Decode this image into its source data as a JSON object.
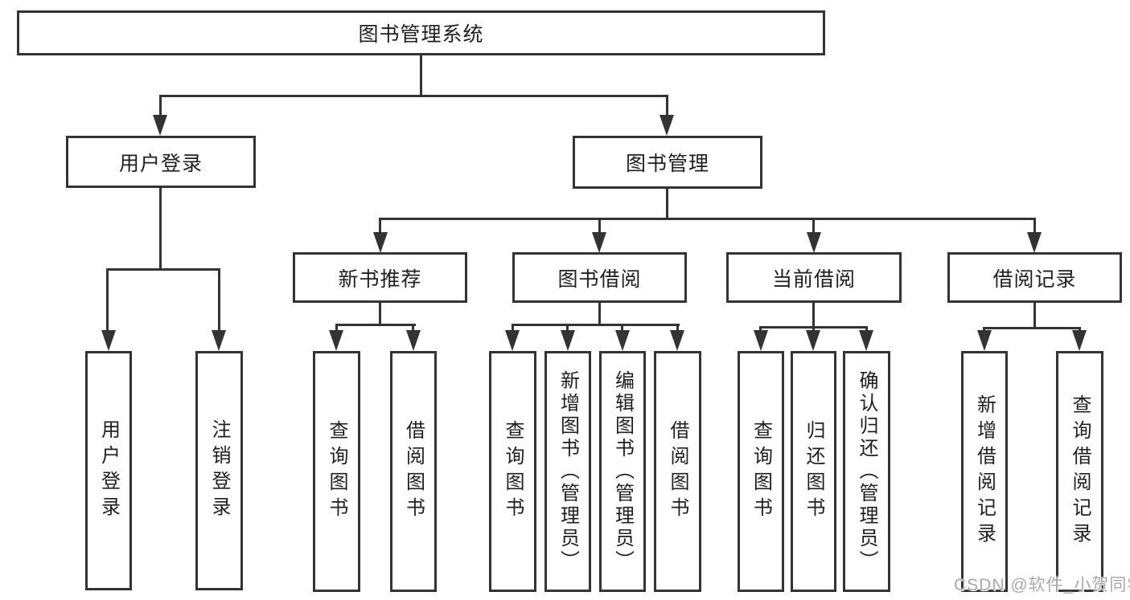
{
  "diagram_type": "hierarchy-tree",
  "colors": {
    "line": "#333333",
    "box_border": "#333333",
    "text": "#1f1f1f",
    "watermark": "#a9a9a9",
    "background": "#ffffff"
  },
  "tree": {
    "label": "图书管理系统",
    "children": [
      {
        "label": "用户登录",
        "children": [
          {
            "label": "用户登录"
          },
          {
            "label": "注销登录"
          }
        ]
      },
      {
        "label": "图书管理",
        "children": [
          {
            "label": "新书推荐",
            "children": [
              {
                "label": "查询图书"
              },
              {
                "label": "借阅图书"
              }
            ]
          },
          {
            "label": "图书借阅",
            "children": [
              {
                "label": "查询图书"
              },
              {
                "label": "新增图书（管理员）"
              },
              {
                "label": "编辑图书（管理员）"
              },
              {
                "label": "借阅图书"
              }
            ]
          },
          {
            "label": "当前借阅",
            "children": [
              {
                "label": "查询图书"
              },
              {
                "label": "归还图书"
              },
              {
                "label": "确认归还（管理员）"
              }
            ]
          },
          {
            "label": "借阅记录",
            "children": [
              {
                "label": "新增借阅记录"
              },
              {
                "label": "查询借阅记录"
              }
            ]
          }
        ]
      }
    ]
  },
  "watermark": "CSDN @软件_小贺同学"
}
